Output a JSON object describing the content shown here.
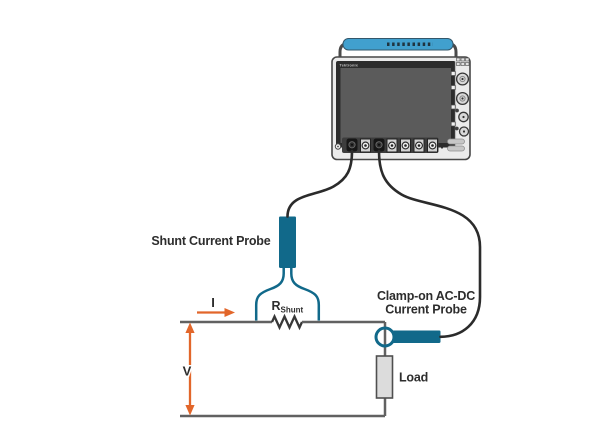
{
  "colors": {
    "teal": "#11698A",
    "handle_blue": "#41A0CE",
    "orange": "#E2662A",
    "wire": "#616161",
    "cable": "#2B2B2B",
    "text": "#2D2D2D",
    "scope_body": "#EBEBEB",
    "scope_bezel": "#2C2C2C",
    "scope_screen": "#5B5B5B",
    "panel_dark": "#3D3D3D",
    "load_fill": "#DCDCDC"
  },
  "oscilloscope": {
    "brand": "Tektronix"
  },
  "labels": {
    "shunt_probe": "Shunt Current Probe",
    "clamp_probe_line1": "Clamp-on AC-DC",
    "clamp_probe_line2": "Current Probe",
    "current": "I",
    "resistor": "R",
    "resistor_subscript": "Shunt",
    "voltage": "V",
    "load": "Load"
  }
}
